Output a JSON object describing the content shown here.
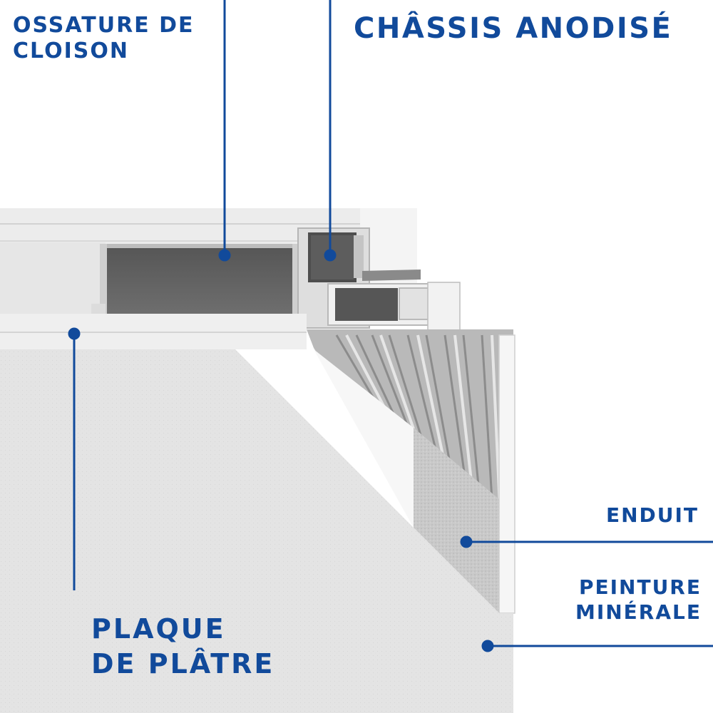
{
  "colors": {
    "accent": "#114a9b",
    "background": "#ffffff"
  },
  "labels": {
    "ossature": [
      "OSSATURE DE",
      "CLOISON"
    ],
    "chassis": "CHÂSSIS ANODISÉ",
    "enduit": "ENDUIT",
    "peinture": [
      "PEINTURE",
      "MINÉRALE"
    ],
    "plaque": [
      "PLAQUE",
      "DE PLÂTRE"
    ]
  }
}
